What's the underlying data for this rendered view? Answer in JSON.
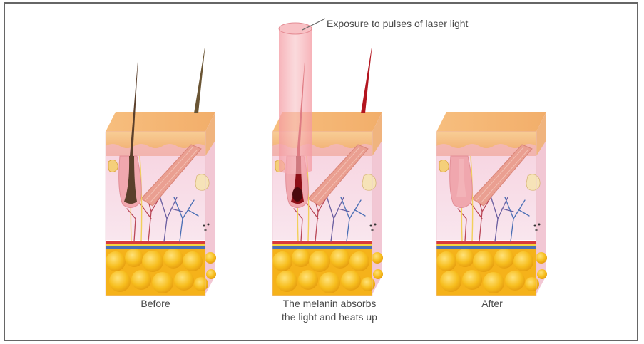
{
  "labels": {
    "laser": "Exposure to pulses of laser light",
    "before": "Before",
    "during_line1": "The melanin absorbs",
    "during_line2": "the light and heats up",
    "after": "After"
  },
  "colors": {
    "hair_dark": "#5a3f2b",
    "hair_heated": "#b3151f",
    "laser_beam": "#f4a3a8",
    "skin_top": "#f6c089",
    "dermis": "#f6dbe6",
    "fat": "#f6b81c",
    "vein_blue": "#4a6fb5",
    "artery_red": "#d83b3b"
  }
}
